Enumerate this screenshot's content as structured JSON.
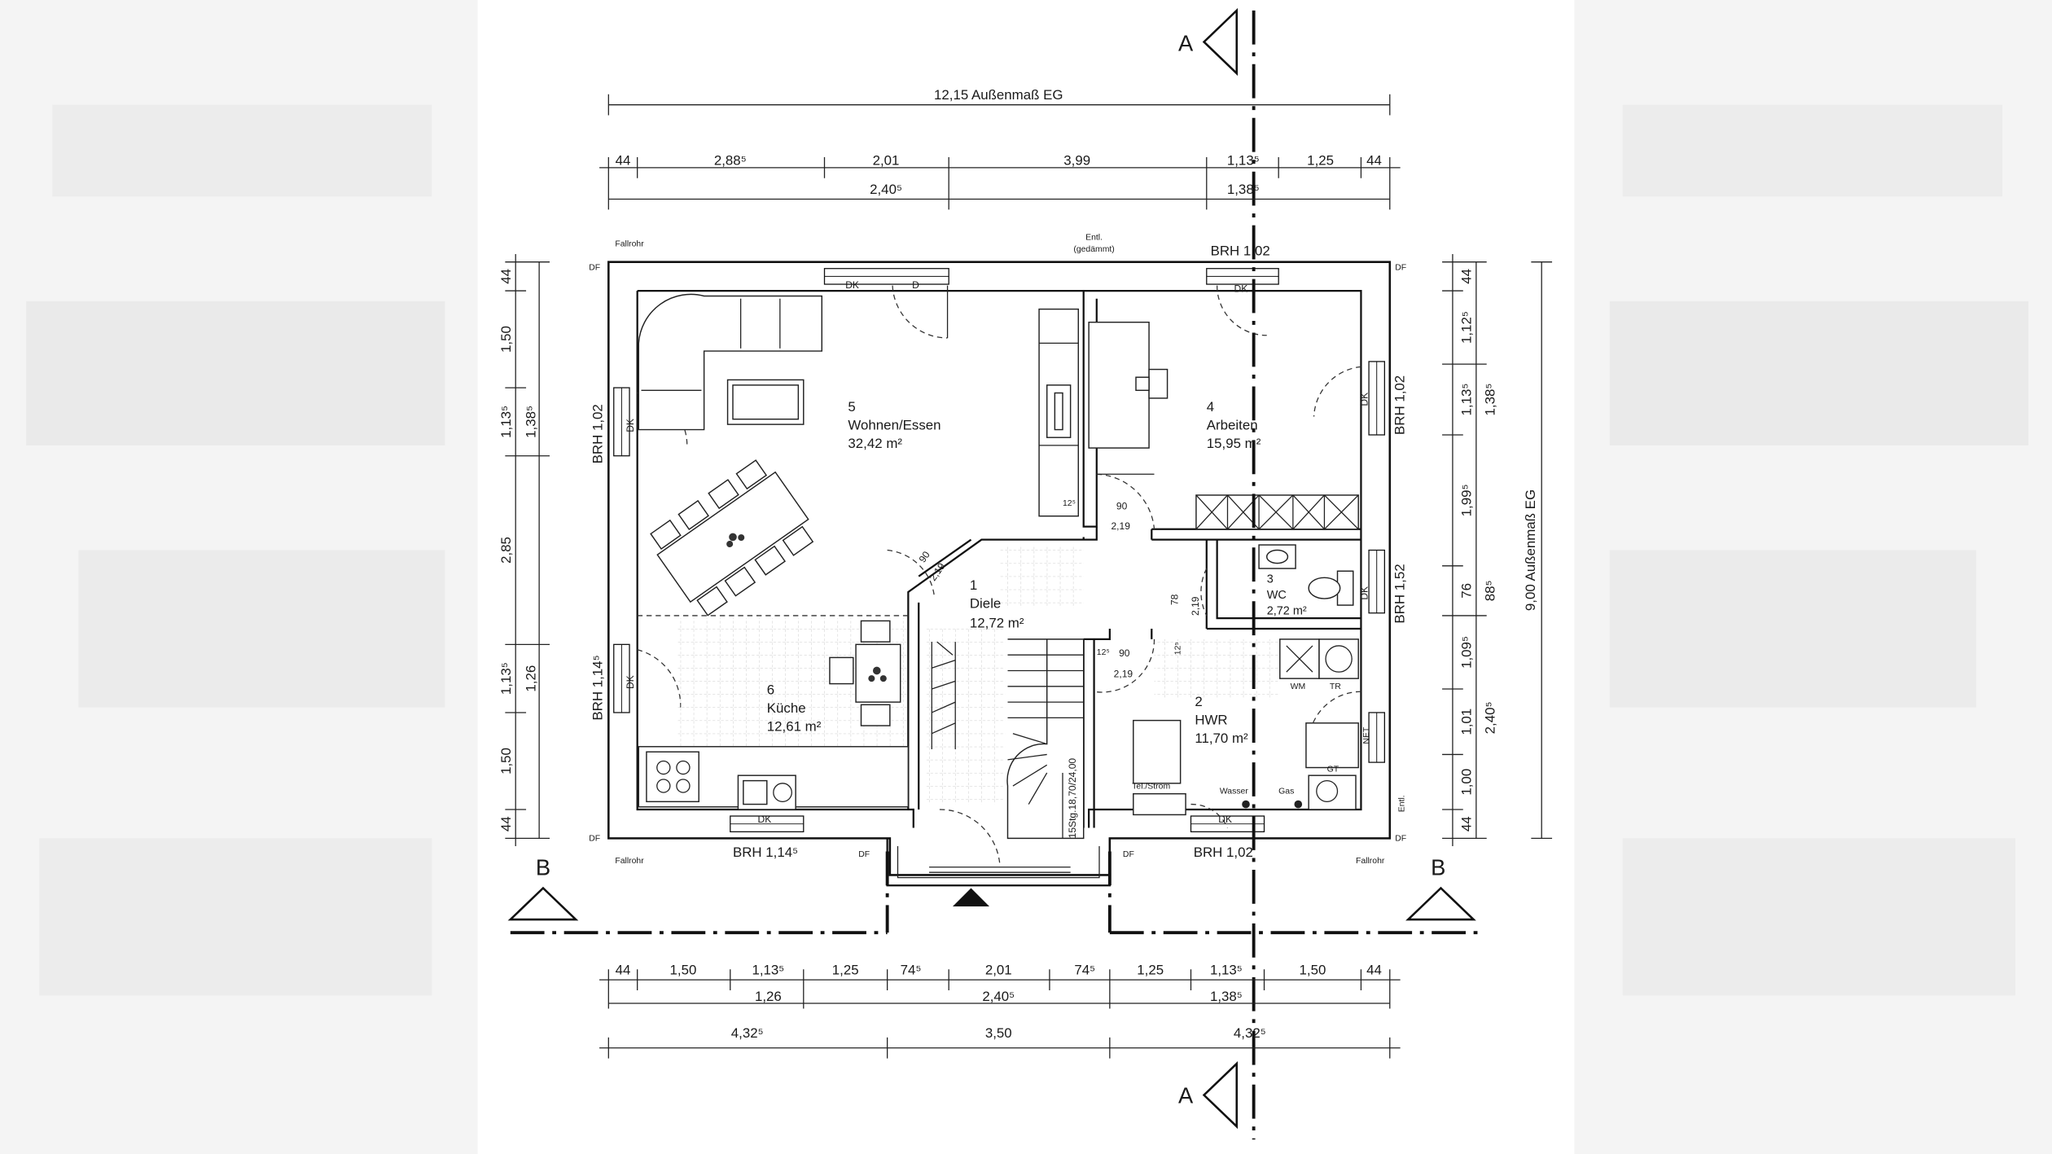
{
  "drawing": {
    "dim_overall_width": "12,15 Außenmaß EG",
    "dim_overall_height": "9,00 Außenmaß EG",
    "top_row1": [
      "44",
      "2,88⁵",
      "2,01",
      "3,99",
      "1,13⁵",
      "1,25",
      "44"
    ],
    "top_row2": [
      "2,40⁵",
      "1,38⁵"
    ],
    "bottom_row1": [
      "44",
      "1,50",
      "1,13⁵",
      "1,25",
      "74⁵",
      "2,01",
      "74⁵",
      "1,25",
      "1,13⁵",
      "1,50",
      "44"
    ],
    "bottom_row2": [
      "1,26",
      "2,40⁵",
      "1,38⁵"
    ],
    "bottom_row3": [
      "4,32⁵",
      "3,50",
      "4,32⁵"
    ],
    "left_row1": [
      "44",
      "1,50",
      "1,13⁵",
      "2,85",
      "1,13⁵",
      "1,50",
      "44"
    ],
    "left_row2": [
      "1,38⁵",
      "1,26"
    ],
    "right_row1": [
      "44",
      "1,12⁵",
      "1,13⁵",
      "1,99⁵",
      "76",
      "1,09⁵",
      "1,01",
      "1,00",
      "44"
    ],
    "right_row2": [
      "1,38⁵",
      "88⁵",
      "2,40⁵"
    ],
    "section_a": "A",
    "section_b": "B",
    "rooms": {
      "r1": {
        "num": "1",
        "name": "Diele",
        "area": "12,72 m²"
      },
      "r2": {
        "num": "2",
        "name": "HWR",
        "area": "11,70 m²"
      },
      "r3": {
        "num": "3",
        "name": "WC",
        "area": "2,72 m²"
      },
      "r4": {
        "num": "4",
        "name": "Arbeiten",
        "area": "15,95 m²"
      },
      "r5": {
        "num": "5",
        "name": "Wohnen/Essen",
        "area": "32,42 m²"
      },
      "r6": {
        "num": "6",
        "name": "Küche",
        "area": "12,61 m²"
      }
    },
    "labels": {
      "fallrohr": "Fallrohr",
      "df": "DF",
      "dk": "DK",
      "d": "D",
      "entl": "Entl.",
      "gedaemmt": "(gedämmt)",
      "brh_102": "BRH 1,02",
      "brh_1145": "BRH 1,14⁵",
      "brh_152": "BRH 1,52",
      "net": "NET",
      "wm": "WM",
      "tr": "TR",
      "gt": "GT",
      "gas": "Gas",
      "wasser": "Wasser",
      "telstrom": "Tel./Strom",
      "stairs": "15Stg.18,70/24,00",
      "door_w": "90",
      "door_h": "2,19",
      "d125": "12⁵",
      "d78": "78"
    }
  }
}
